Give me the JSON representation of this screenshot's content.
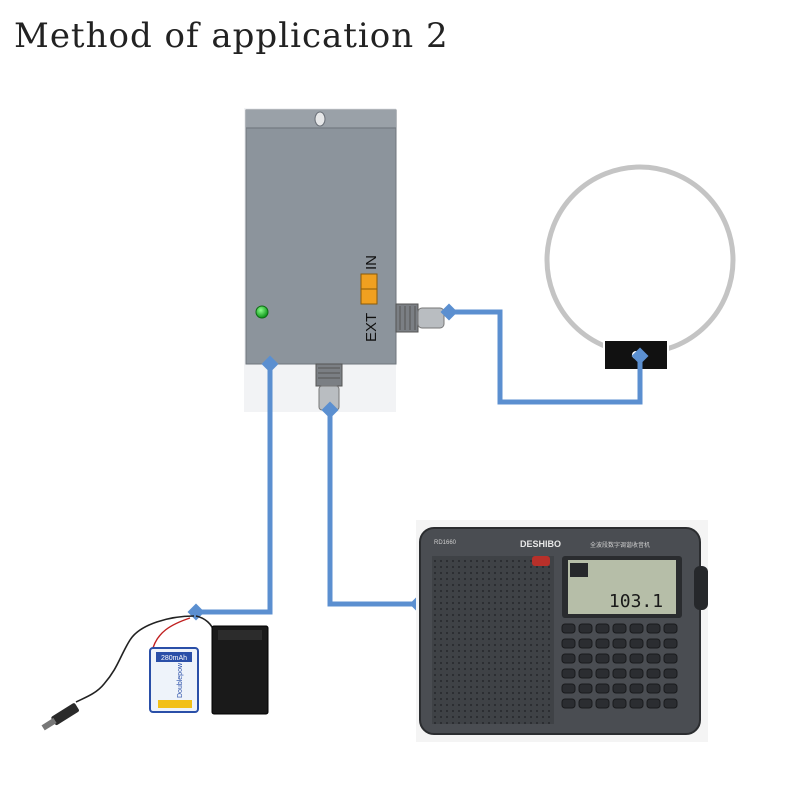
{
  "title": "Method of application 2",
  "amplifier": {
    "switch_label_ext": "EXT",
    "switch_label_in": "IN",
    "led_color": "#1fb52a",
    "switch_color": "#f0a020"
  },
  "radio": {
    "model": "RD1660",
    "brand": "DESHIBO",
    "subtitle": "全波段数字调谐收音机",
    "display_frequency": "103.1"
  },
  "battery": {
    "label": "280mAh",
    "brand": "Doublepow"
  },
  "colors": {
    "cable": "#5b8fd0",
    "amplifier_body": "#8c949c",
    "loop": "#c4c4c4",
    "radio_body": "#4a4d52",
    "lcd": "#b6bea8"
  }
}
